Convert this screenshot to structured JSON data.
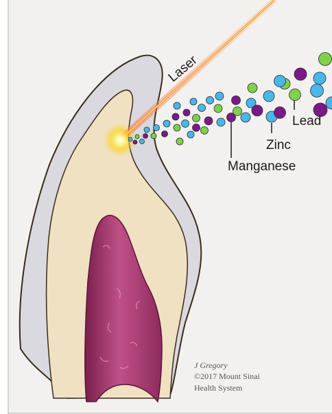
{
  "labels": {
    "laser": "Laser",
    "lead": "Lead",
    "zinc": "Zinc",
    "manganese": "Manganese"
  },
  "credit": {
    "author": "J Gregory",
    "copyright": "©2017 Mount Sinai",
    "org": "Health System"
  },
  "colors": {
    "background": "#f2f1ef",
    "enamel": "#d9d9df",
    "dentin": "#efe1c2",
    "pulp": "#b2467a",
    "laser_beam": "#f08a3c",
    "manganese": "#7b1a86",
    "zinc": "#49b7ea",
    "lead": "#7fd04a"
  }
}
